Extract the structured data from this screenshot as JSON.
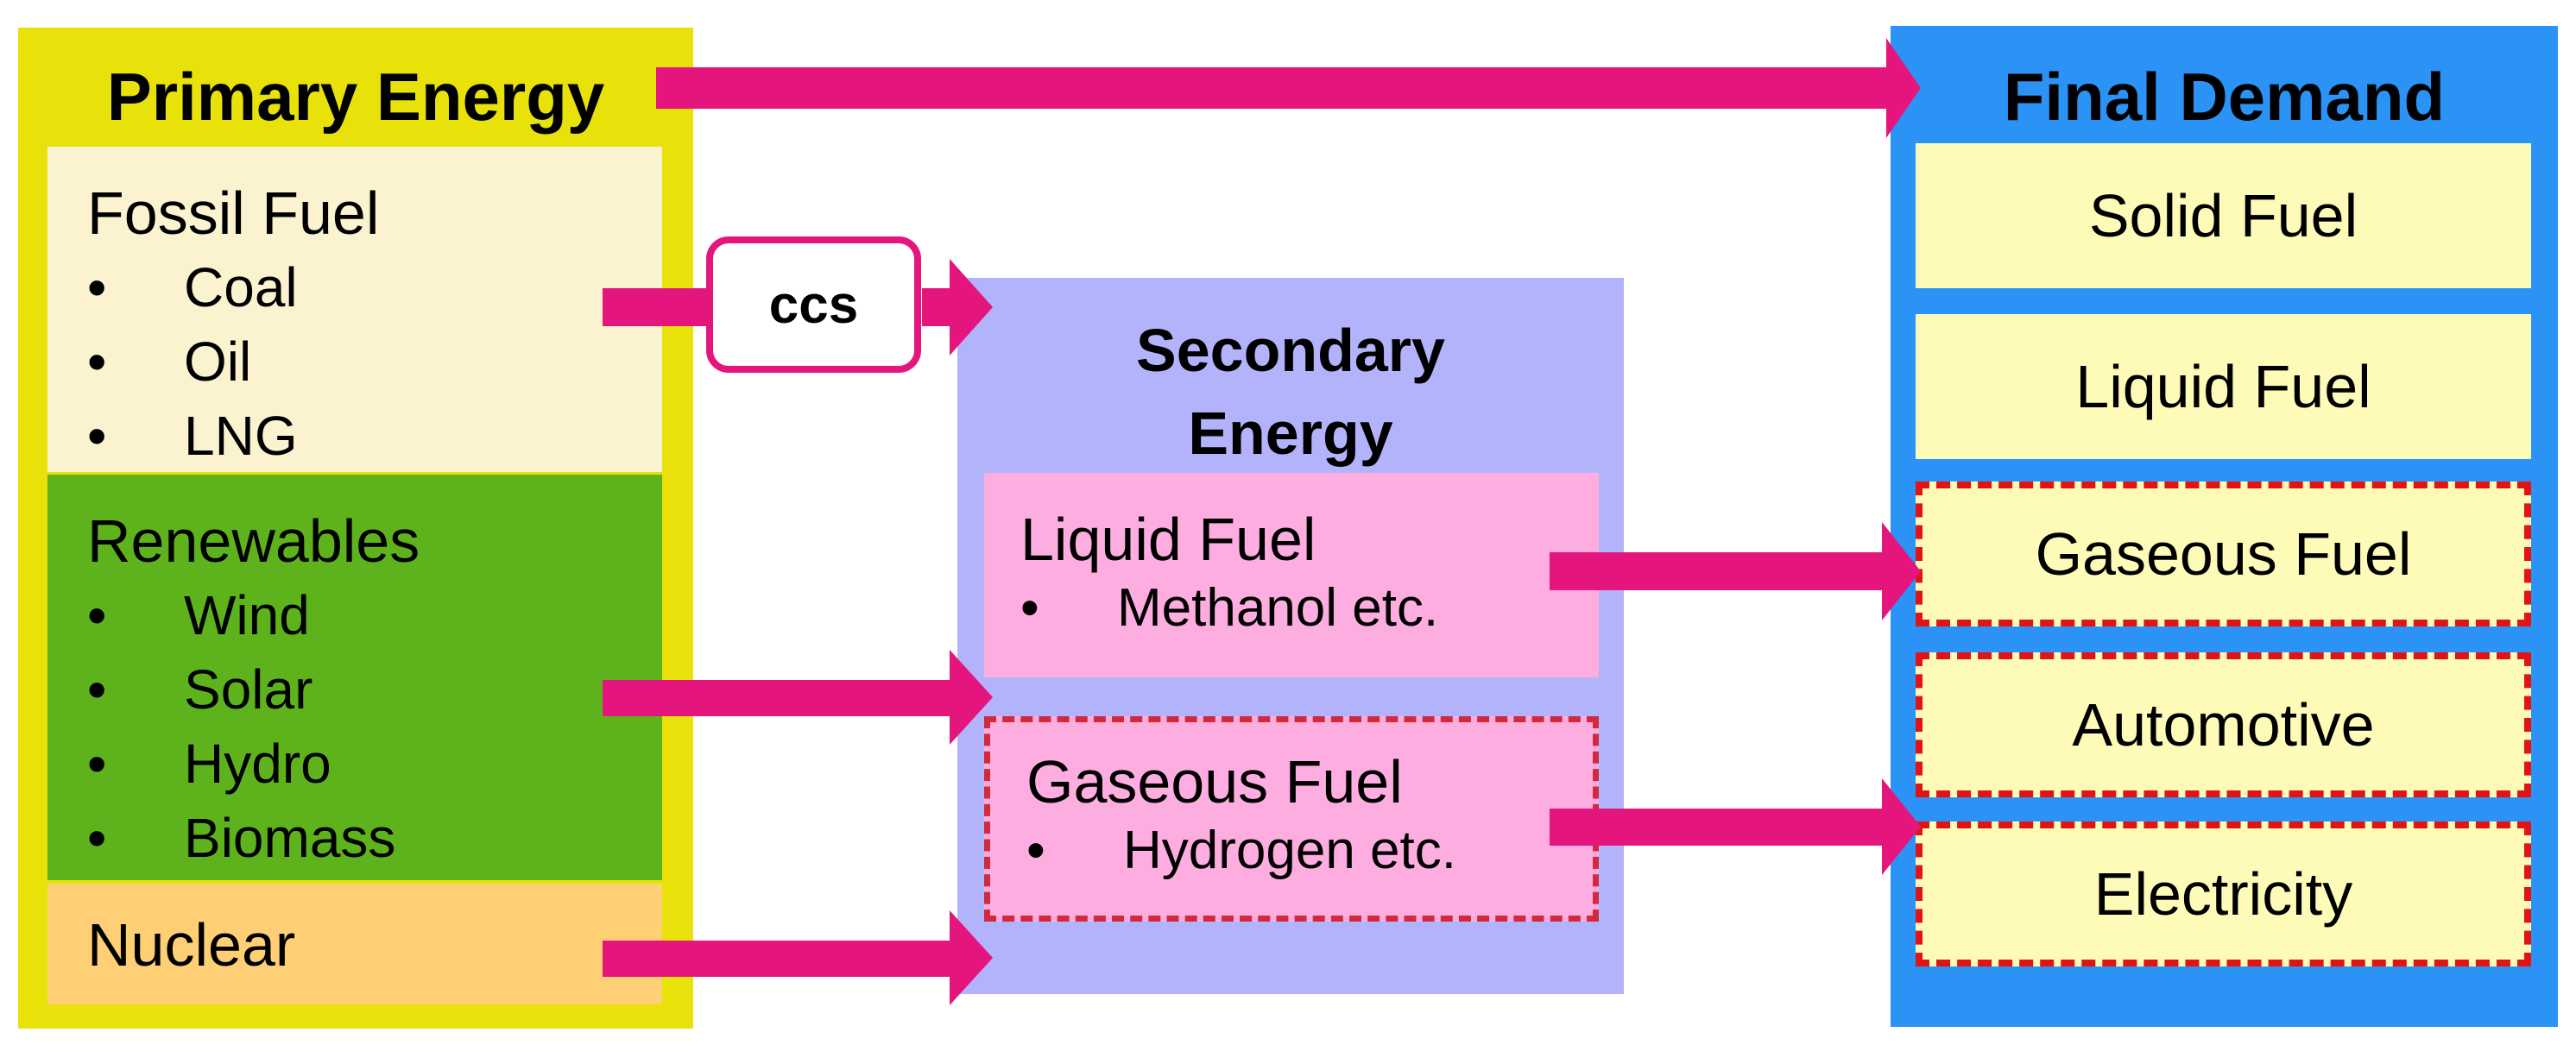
{
  "primary": {
    "title": "Primary Energy",
    "fossil": {
      "title": "Fossil Fuel",
      "items": [
        "Coal",
        "Oil",
        "LNG"
      ]
    },
    "renewables": {
      "title": "Renewables",
      "items": [
        "Wind",
        "Solar",
        "Hydro",
        "Biomass"
      ]
    },
    "nuclear": "Nuclear"
  },
  "ccs_label": "ccs",
  "secondary": {
    "title_line1": "Secondary",
    "title_line2": "Energy",
    "liquid": {
      "title": "Liquid Fuel",
      "item": "Methanol etc."
    },
    "gaseous": {
      "title": "Gaseous Fuel",
      "item": "Hydrogen etc."
    }
  },
  "final": {
    "title": "Final Demand",
    "items": [
      "Solid Fuel",
      "Liquid Fuel",
      "Gaseous Fuel",
      "Automotive",
      "Electricity"
    ]
  },
  "bullet": "•",
  "colors": {
    "arrow": "#E4167E",
    "primary_bg": "#E8E20A",
    "secondary_bg": "#B3B3FC",
    "final_bg": "#2B93F6",
    "dashed_border": "#E01414"
  }
}
